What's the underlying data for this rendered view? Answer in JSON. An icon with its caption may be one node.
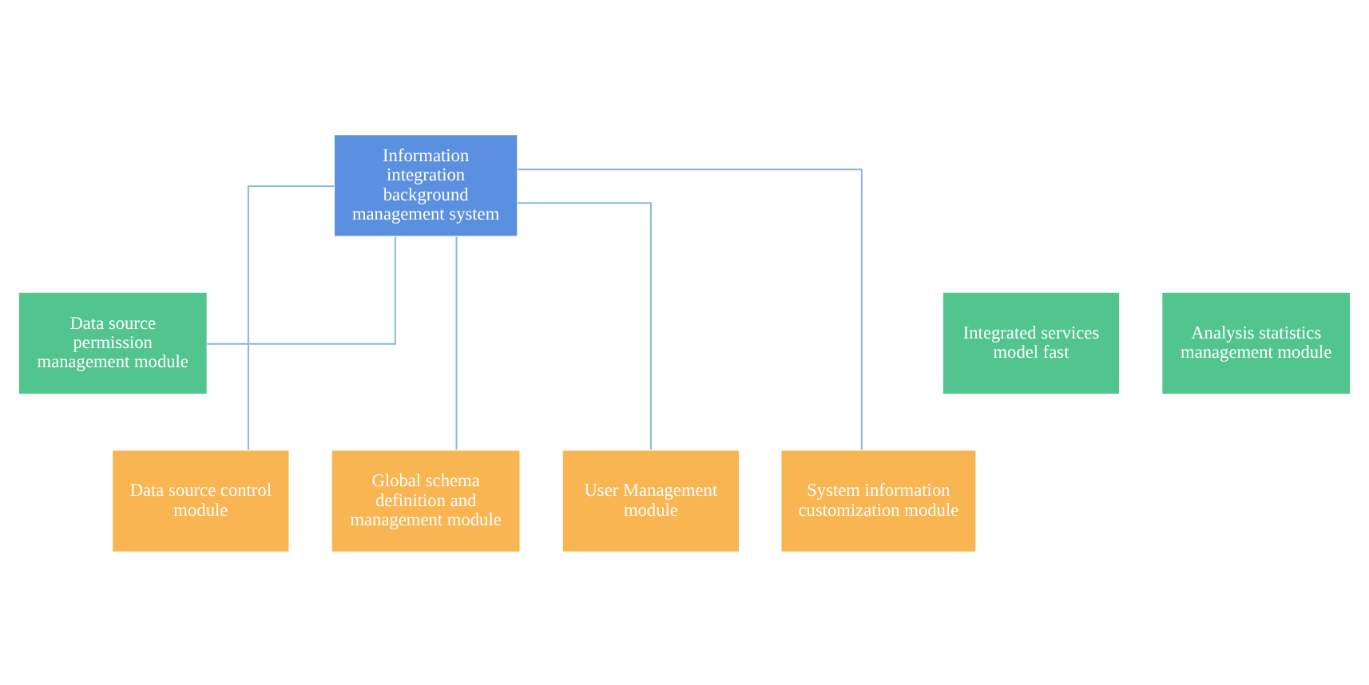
{
  "diagram": {
    "nodes": [
      {
        "text": [
          "Information integration background management system"
        ]
      },
      {
        "text": [
          "Integrated services model fast"
        ]
      },
      {
        "text": [
          "Data source permission management module"
        ]
      },
      {
        "text": [
          "Analysis statistics management module"
        ]
      },
      {
        "text": [
          "Data source control module"
        ]
      },
      {
        "text": [
          "Global schema definition and management module"
        ]
      },
      {
        "text": [
          "User Management module"
        ]
      },
      {
        "text": [
          "System information customization module"
        ]
      }
    ],
    "edges": [
      {
        "from": 0,
        "to": 2,
        "arrow": "none"
      },
      {
        "from": 0,
        "to": 4,
        "arrow": "none"
      },
      {
        "from": 0,
        "to": 5,
        "arrow": "none"
      },
      {
        "from": 0,
        "to": 6,
        "arrow": "none"
      },
      {
        "from": 0,
        "to": 7,
        "arrow": "none"
      }
    ]
  }
}
